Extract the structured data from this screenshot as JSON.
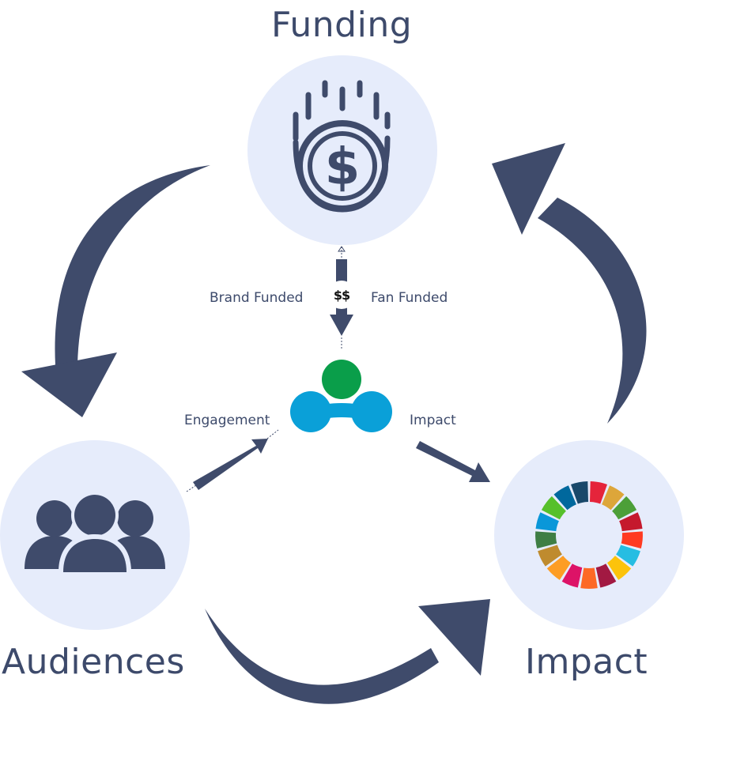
{
  "nodes": {
    "funding": {
      "title": "Funding"
    },
    "audiences": {
      "title": "Audiences"
    },
    "impact": {
      "title": "Impact"
    }
  },
  "flow_labels": {
    "brand_funded": "Brand Funded",
    "fan_funded": "Fan Funded",
    "money_badge": "$$",
    "engagement": "Engagement",
    "impact": "Impact"
  },
  "colors": {
    "node_circle": "#e6ecfb",
    "arrow": "#3f4b6b",
    "icon": "#3f4b6b",
    "logo_green": "#0a9e4a",
    "logo_blue": "#0aa0d8"
  },
  "icons": {
    "funding": "falling-dollar-coin-icon",
    "audiences": "people-group-icon",
    "impact": "sdg-color-wheel-icon",
    "center": "brand-logo-icon"
  }
}
